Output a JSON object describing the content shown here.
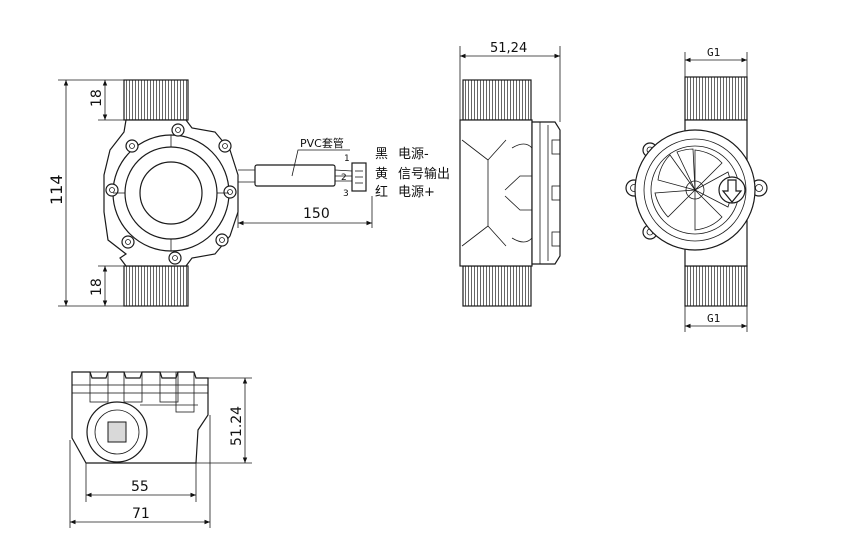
{
  "front_view": {
    "height_label": "114",
    "thread_top_label": "18",
    "thread_bottom_label": "18",
    "cable_length_label": "150",
    "cable_label": "PVC套管",
    "pins": [
      "1",
      "2",
      "3"
    ],
    "wires": [
      {
        "color_name": "黑",
        "function": "电源-"
      },
      {
        "color_name": "黄",
        "function": "信号输出"
      },
      {
        "color_name": "红",
        "function": "电源+"
      }
    ]
  },
  "side_view": {
    "width_label": "51,24"
  },
  "back_view": {
    "top_thread_label": "G1",
    "bottom_thread_label": "G1"
  },
  "bottom_view": {
    "height_label": "51.24",
    "inner_width_label": "55",
    "outer_width_label": "71"
  }
}
